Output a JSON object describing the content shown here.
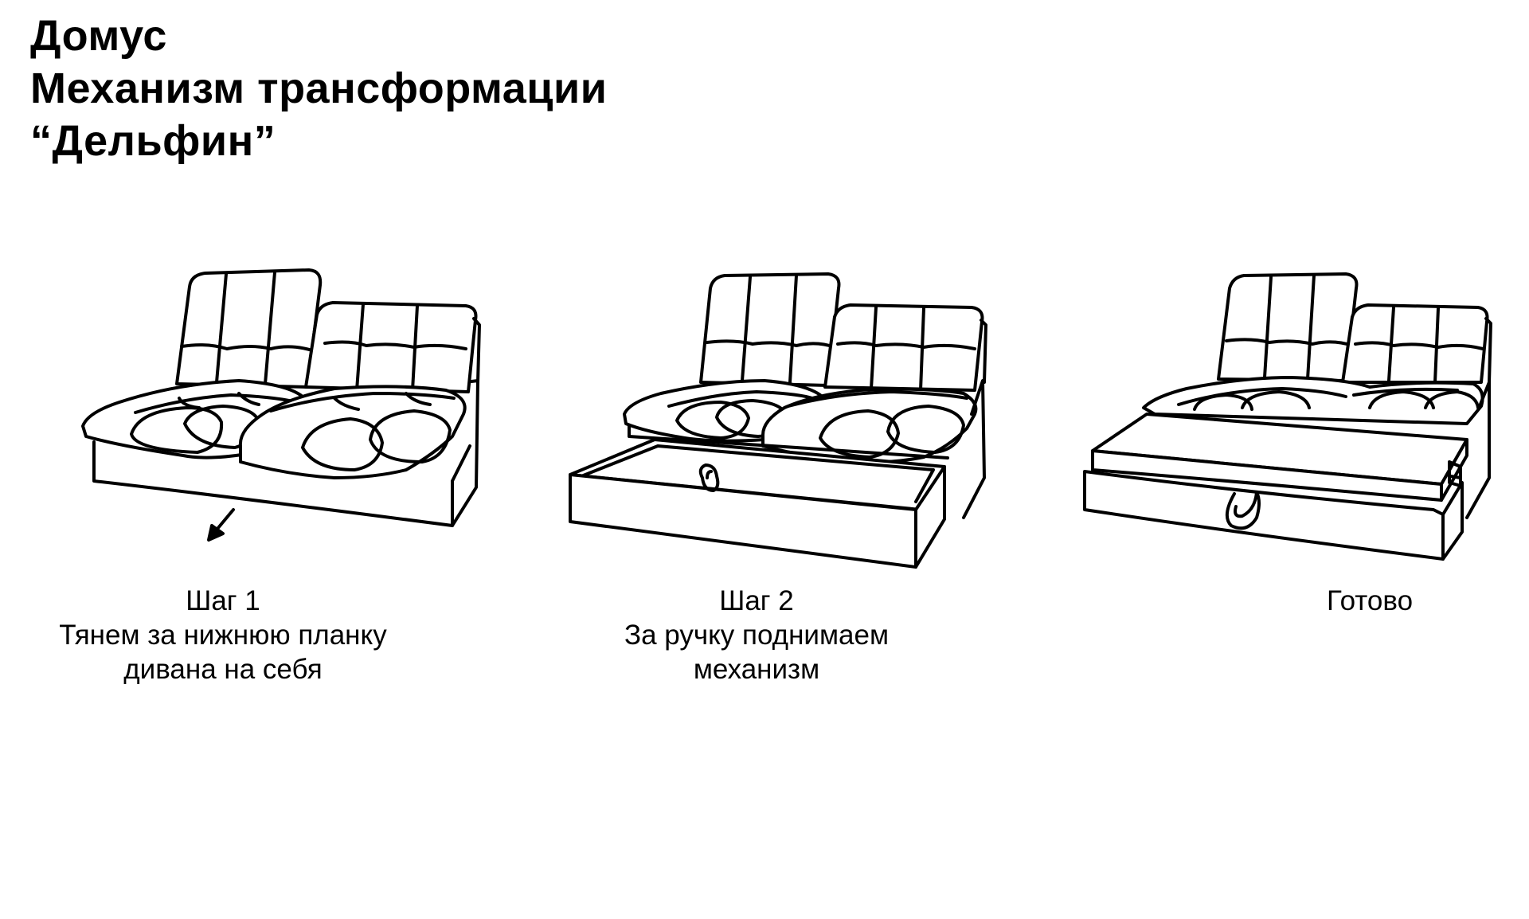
{
  "title": {
    "line1": "Домус",
    "line2": "Механизм трансформации",
    "line3": "“Дельфин”"
  },
  "steps": [
    {
      "heading": "Шаг 1",
      "line1": "Тянем за нижнюю планку",
      "line2": "дивана на себя"
    },
    {
      "heading": "Шаг 2",
      "line1": "За ручку поднимаем",
      "line2": "механизм"
    },
    {
      "heading": "Готово"
    }
  ],
  "colors": {
    "ink": "#000000",
    "background": "#ffffff"
  }
}
